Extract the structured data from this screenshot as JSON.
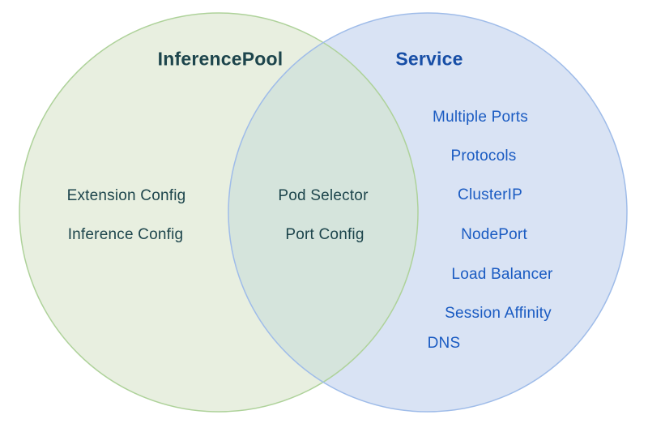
{
  "venn": {
    "left": {
      "title": "InferencePool",
      "items": [
        "Extension Config",
        "Inference Config"
      ]
    },
    "overlap": {
      "items": [
        "Pod Selector",
        "Port Config"
      ]
    },
    "right": {
      "title": "Service",
      "items": [
        "Multiple Ports",
        "Protocols",
        "ClusterIP",
        "NodePort",
        "Load Balancer",
        "Session Affinity",
        "DNS"
      ]
    },
    "colors": {
      "left_fill": "#e8efe0",
      "left_stroke": "#aed29a",
      "right_fill": "#d9e3f4",
      "right_stroke": "#9fbce9",
      "overlap_fill": "#d5e4dc",
      "left_text": "#1d454c",
      "right_title_text": "#174ea6",
      "right_item_text": "#1a5bc2",
      "background": "#ffffff"
    }
  }
}
